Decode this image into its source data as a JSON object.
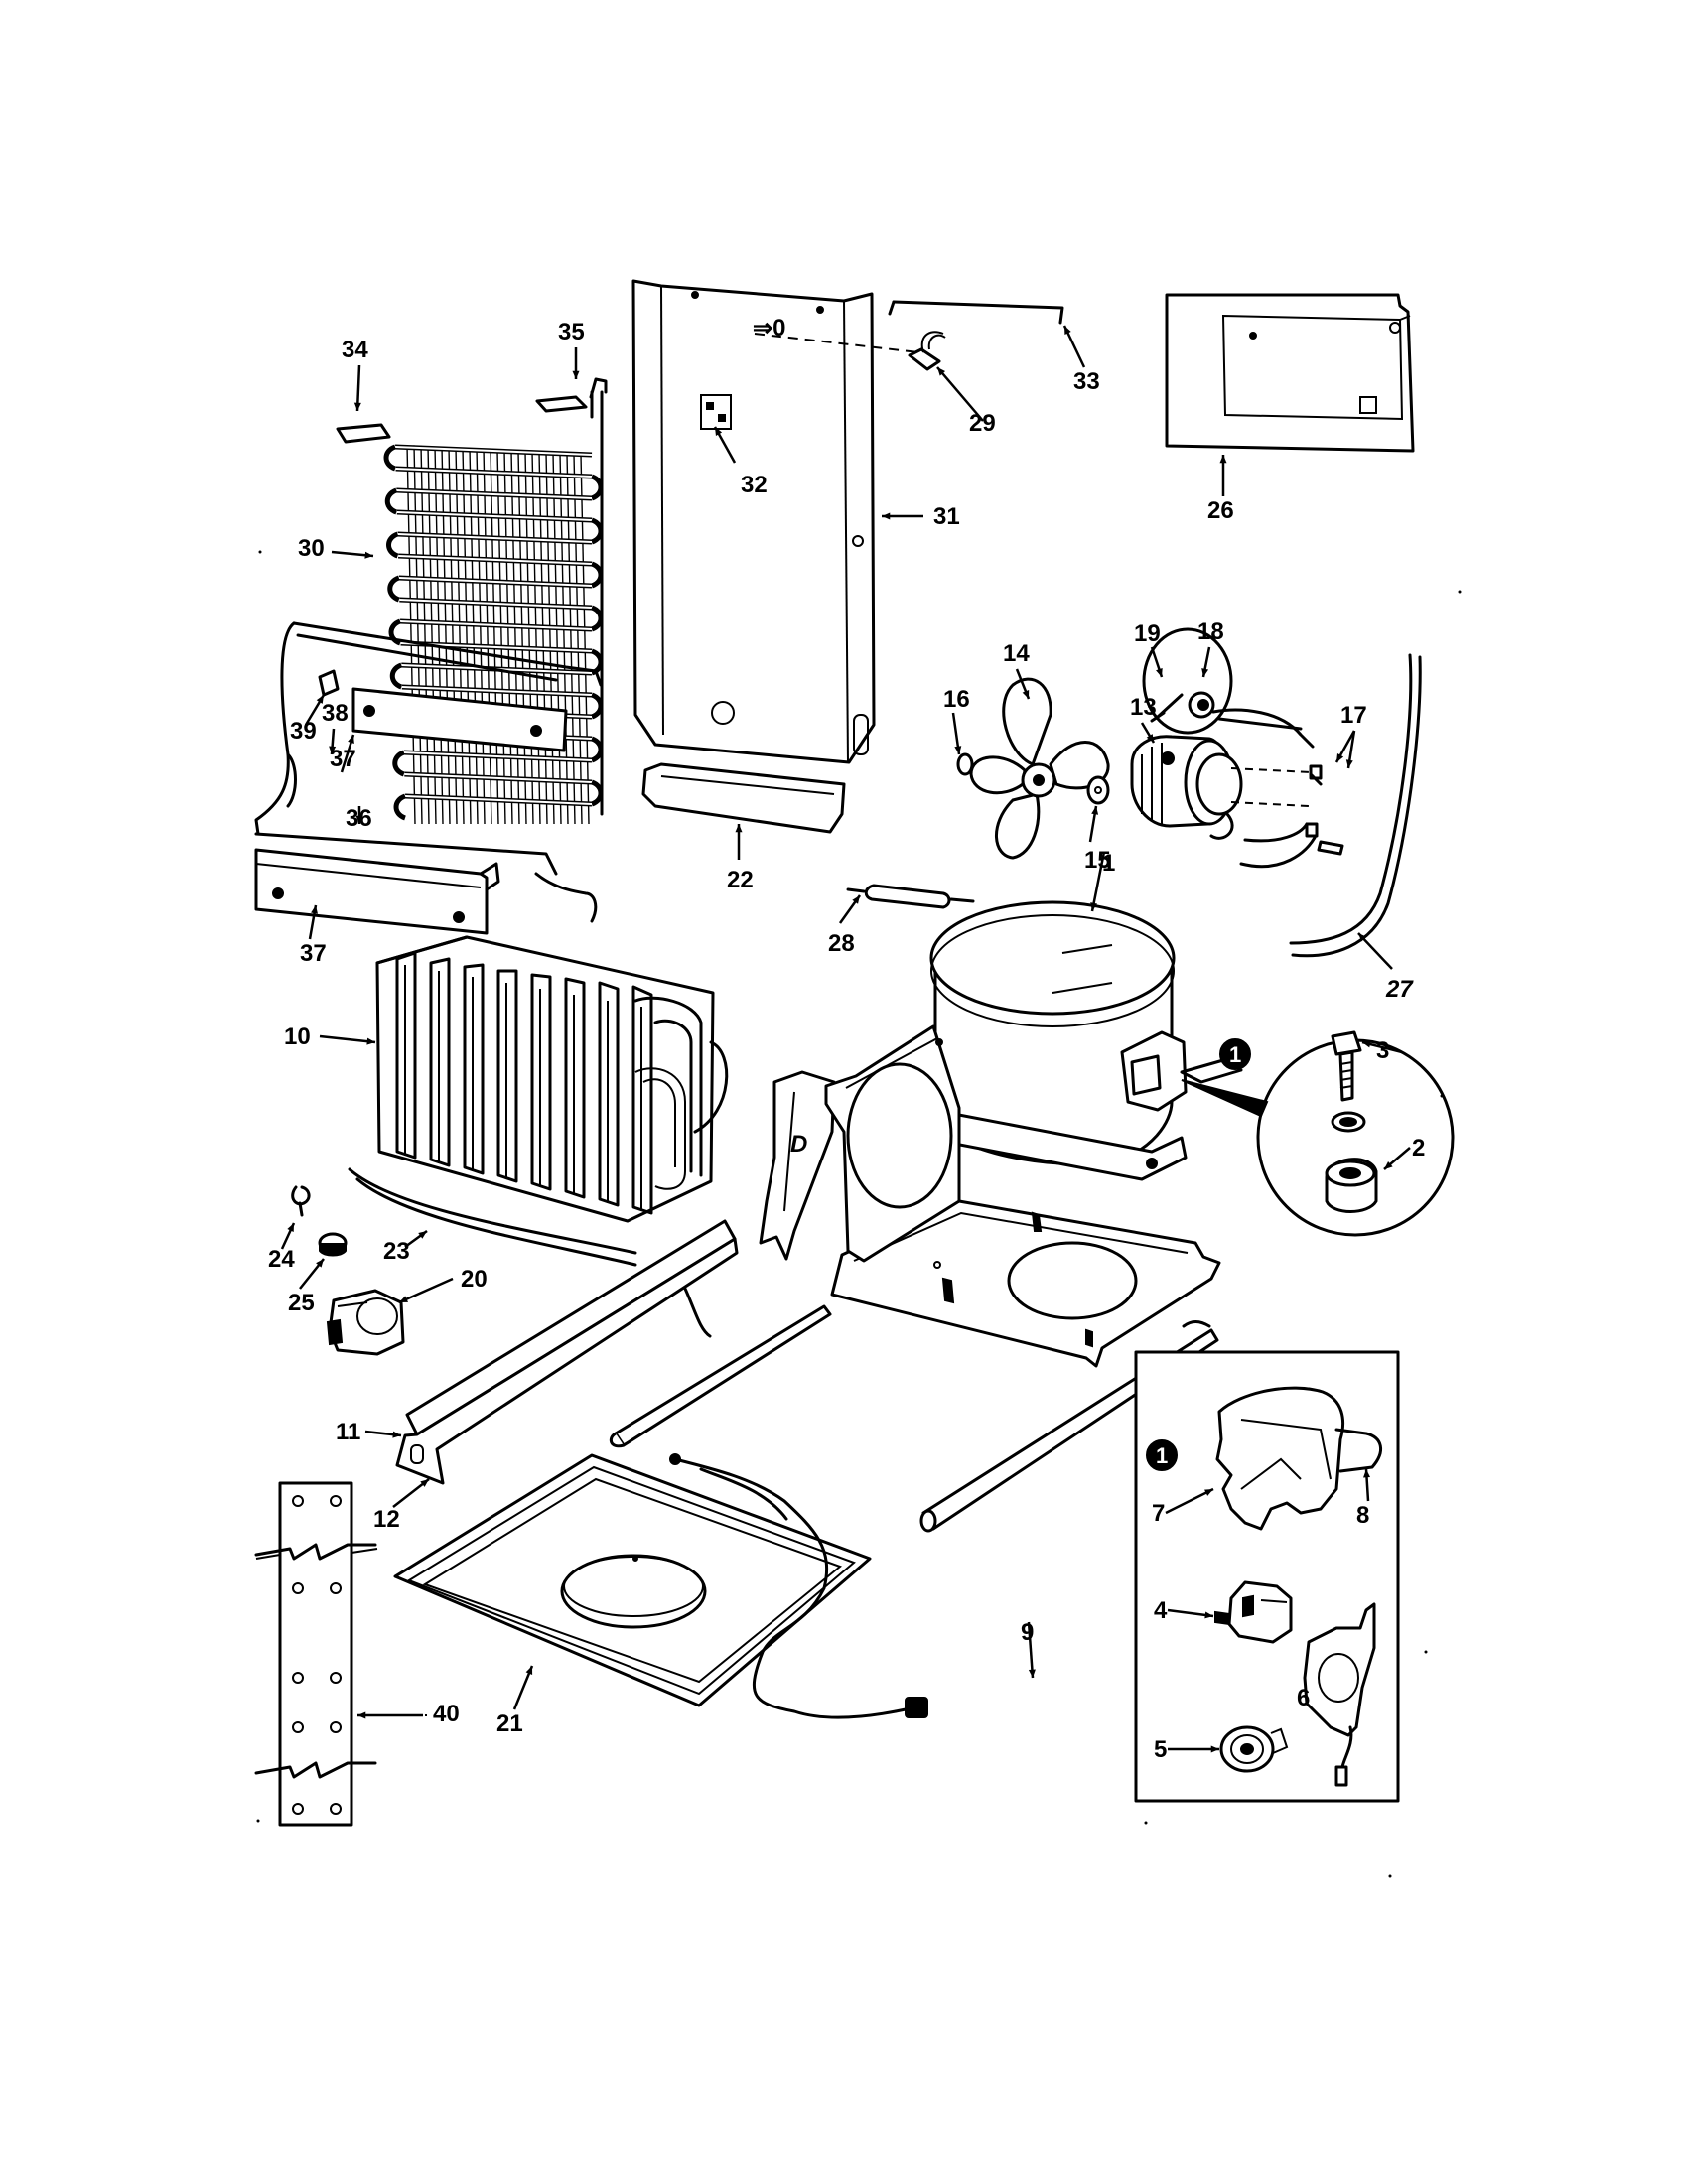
{
  "callouts": {
    "c1": "1",
    "c2": "2",
    "c3": "3",
    "c4": "4",
    "c5": "5",
    "c6": "6",
    "c7": "7",
    "c8": "8",
    "c9": "9",
    "c10": "10",
    "c11": "11",
    "c12": "12",
    "c13": "13",
    "c14": "14",
    "c15": "15",
    "c16": "16",
    "c17": "17",
    "c18": "18",
    "c19": "19",
    "c20": "20",
    "c21": "21",
    "c22": "22",
    "c23": "23",
    "c24": "24",
    "c25": "25",
    "c26": "26",
    "c27": "27",
    "c28": "28",
    "c29": "29",
    "c30": "30",
    "c31": "31",
    "c32": "32",
    "c33": "33",
    "c34": "34",
    "c35": "35",
    "c36": "36",
    "c37a": "37",
    "c37b": "37",
    "c38": "38",
    "c39": "39",
    "c40": "40"
  },
  "detail_badge": "1",
  "detail_badge_callout": "1"
}
